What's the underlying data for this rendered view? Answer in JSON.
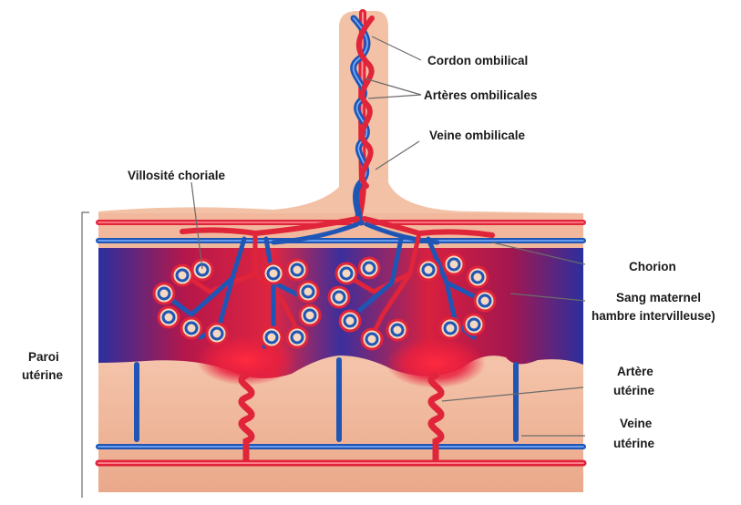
{
  "labels": {
    "cordon_ombilical": "Cordon ombilical",
    "arteres_ombilicales": "Artères ombilicales",
    "veine_ombilicale": "Veine ombilicale",
    "villosite_choriale": "Villosité choriale",
    "chorion": "Chorion",
    "sang_maternel_1": "Sang maternel",
    "sang_maternel_2": "hambre intervilleuse)",
    "paroi_1": "Paroi",
    "paroi_2": "utérine",
    "artere_uterine_1": "Artère",
    "artere_uterine_2": "utérine",
    "veine_uterine_1": "Veine",
    "veine_uterine_2": "utérine"
  },
  "colors": {
    "tissue": "#f3c1a5",
    "tissue_dark": "#e8a98a",
    "artery": "#e0243a",
    "vein": "#1f56b5",
    "intervillous_red": "#c2143a",
    "intervillous_blue": "#2a3aa8",
    "villus_fill": "#f6d9c0"
  }
}
